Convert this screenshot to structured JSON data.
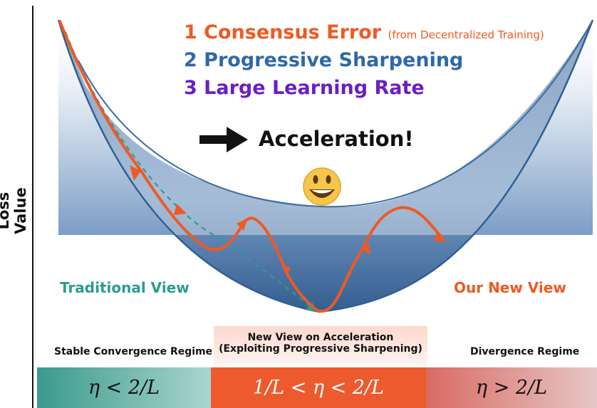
{
  "y_axis_label": "Loss Value",
  "factors": {
    "item1": "1 Consensus Error",
    "item1_note": "(from Decentralized Training)",
    "item2": "2 Progressive Sharpening",
    "item3": "3 Large Learning Rate"
  },
  "result": "Acceleration!",
  "icons": {
    "arrow": "right-arrow-icon",
    "emoji": "grinning-face-icon"
  },
  "views": {
    "left": "Traditional View",
    "right": "Our New View"
  },
  "regimes": {
    "left": "Stable Convergence Regime",
    "middle_line1": "New View on Acceleration",
    "middle_line2": "(Exploiting Progressive Sharpening)",
    "right": "Divergence Regime"
  },
  "conditions": {
    "left": "η < 2/L",
    "middle": "1/L < η < 2/L",
    "right": "η > 2/L"
  },
  "colors": {
    "orange": "#ee5a24",
    "blue": "#2f68a8",
    "purple": "#6a1fc2",
    "teal": "#2a9d8f"
  }
}
